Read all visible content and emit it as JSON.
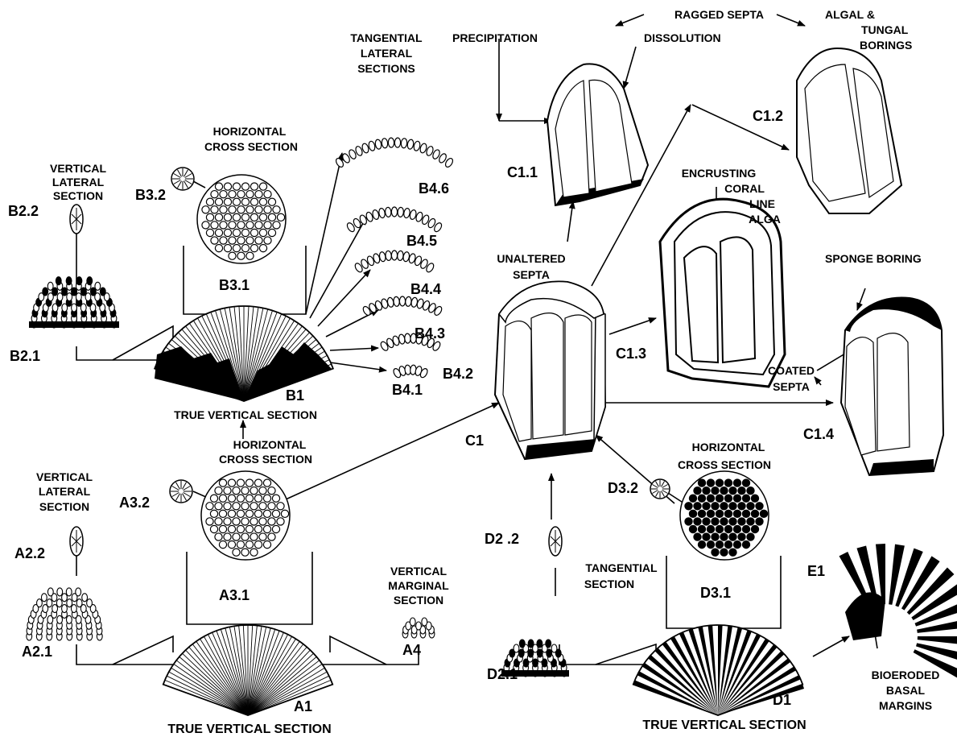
{
  "codes": {
    "b22": "B2.2",
    "b21": "B2.1",
    "b32": "B3.2",
    "b31": "B3.1",
    "b1": "B1",
    "b46": "B4.6",
    "b45": "B4.5",
    "b44": "B4.4",
    "b43": "B4.3",
    "b42": "B4.2",
    "b41": "B4.1",
    "a32": "A3.2",
    "a31": "A3.1",
    "a22": "A2.2",
    "a21": "A2.1",
    "a4": "A4",
    "a1": "A1",
    "c1": "C1",
    "c11": "C1.1",
    "c12": "C1.2",
    "c13": "C1.3",
    "c14": "C1.4",
    "d22": "D2 .2",
    "d21": "D2.1",
    "d32": "D3.2",
    "d31": "D3.1",
    "d1": "D1",
    "e1": "E1"
  },
  "captions": {
    "b_vertical_lateral": [
      "VERTICAL",
      "LATERAL",
      "SECTION"
    ],
    "b_horizontal": [
      "HORIZONTAL",
      "CROSS SECTION"
    ],
    "b_true_vertical": "TRUE VERTICAL SECTION",
    "tangential_lateral": [
      "TANGENTIAL",
      "LATERAL",
      "SECTIONS"
    ],
    "a_horizontal": [
      "HORIZONTAL",
      "CROSS SECTION"
    ],
    "a_vertical_lateral": [
      "VERTICAL",
      "LATERAL",
      "SECTION"
    ],
    "a_vertical_marginal": [
      "VERTICAL",
      "MARGINAL",
      "SECTION"
    ],
    "a_true_vertical": "TRUE VERTICAL SECTION",
    "precipitation": "PRECIPITATION",
    "dissolution": "DISSOLUTION",
    "ragged_septa": "RAGGED SEPTA",
    "algal_borings": [
      "ALGAL &",
      "TUNGAL",
      "BORINGS"
    ],
    "encrusting": [
      "ENCRUSTING",
      "CORAL",
      "LINE",
      "ALGA"
    ],
    "unaltered_septa": [
      "UNALTERED",
      "SEPTA"
    ],
    "sponge_boring": "SPONGE BORING",
    "coated_septa": [
      "COATED",
      "SEPTA"
    ],
    "d_horizontal": [
      "HORIZONTAL",
      "CROSS SECTION"
    ],
    "tangential_section": [
      "TANGENTIAL",
      "SECTION"
    ],
    "d_true_vertical": "TRUE VERTICAL SECTION",
    "bioeroded": [
      "BIOERODED",
      "BASAL",
      "MARGINS"
    ]
  }
}
